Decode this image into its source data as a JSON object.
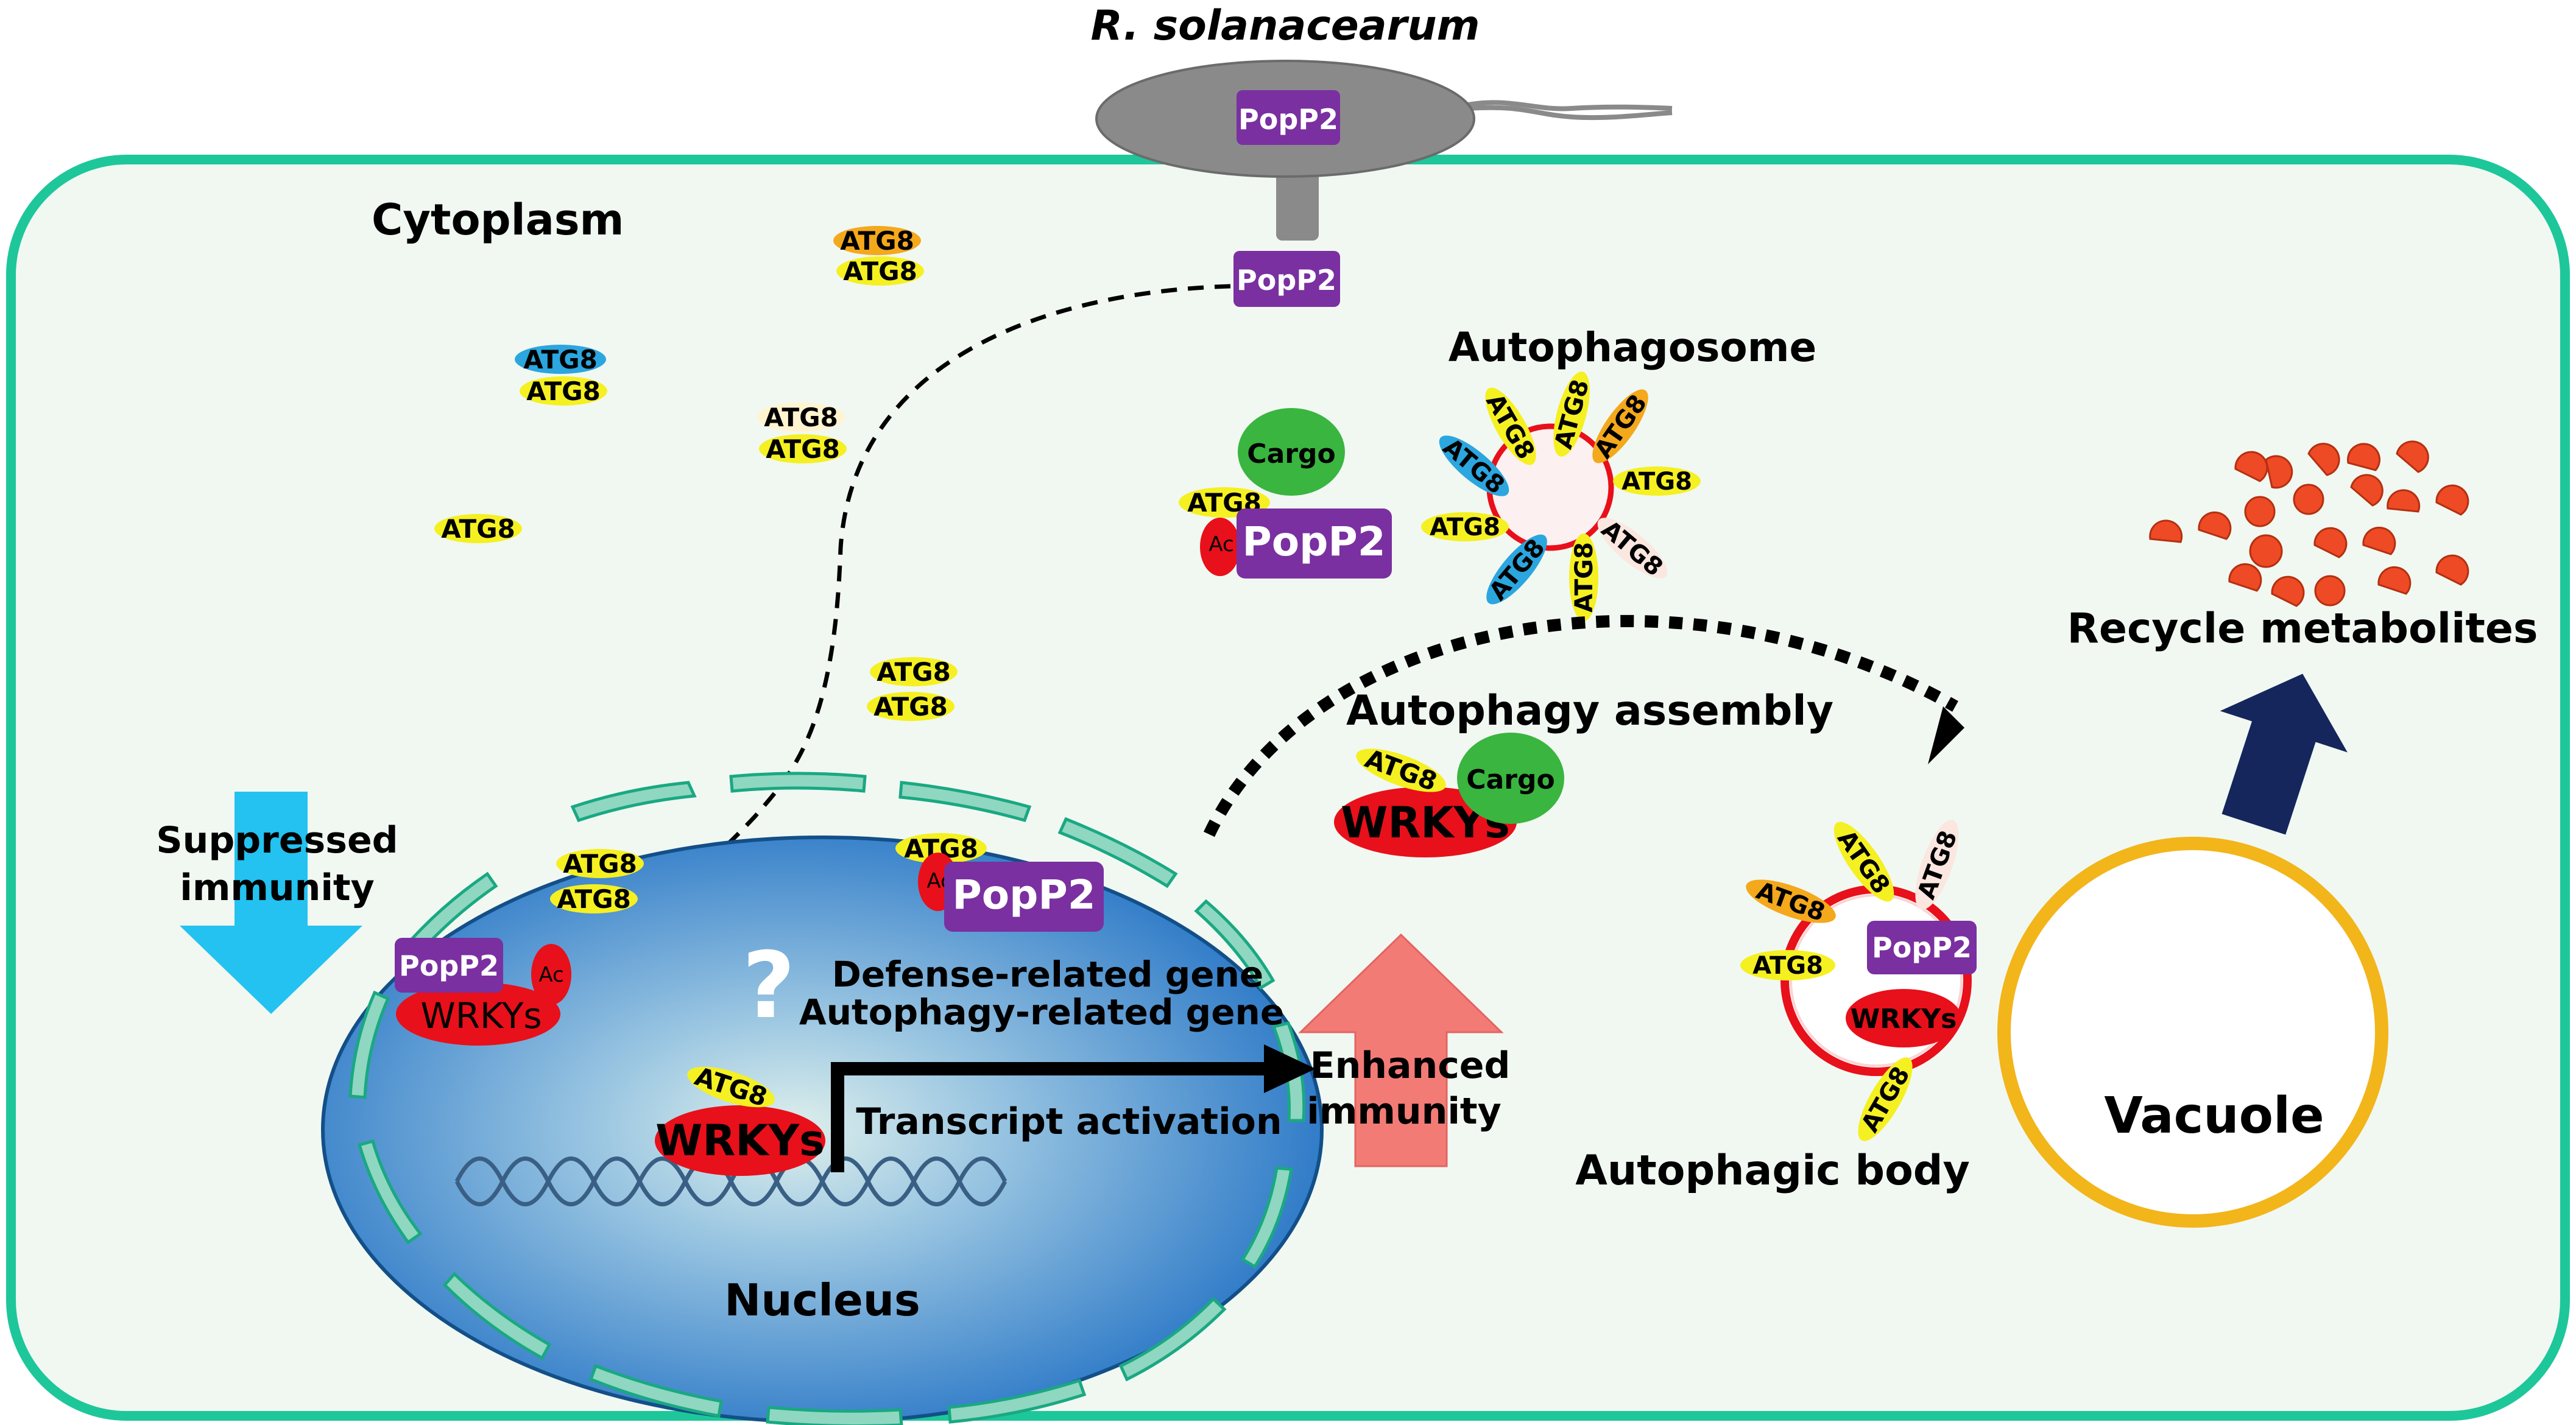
{
  "bacterium": {
    "name": "R. solanacearum",
    "effector": "PopP2",
    "effector_secreted": "PopP2"
  },
  "cell": {
    "compartment": "Cytoplasm"
  },
  "atg8": "ATG8",
  "complex_cytoplasm": {
    "atg8": "ATG8",
    "acetyl": "Ac",
    "effector": "PopP2",
    "cargo": "Cargo"
  },
  "autophagosome": {
    "title": "Autophagosome"
  },
  "assembly": {
    "title": "Autophagy assembly",
    "atg8": "ATG8",
    "cargo": "Cargo",
    "wrky": "WRKYs"
  },
  "metabolites": {
    "label": "Recycle metabolites"
  },
  "nucleus": {
    "title": "Nucleus",
    "question": "?",
    "gene_line1": "Defense-related gene",
    "gene_line2": "Autophagy-related gene",
    "transcript": "Transcript activation",
    "popp2_wrky": {
      "effector": "PopP2",
      "acetyl": "Ac",
      "wrky": "WRKYs"
    },
    "popp2_ac": {
      "atg8": "ATG8",
      "acetyl": "Ac",
      "effector": "PopP2"
    },
    "wrky_dna": {
      "atg8": "ATG8",
      "wrky": "WRKYs"
    }
  },
  "suppressed": {
    "line1": "Suppressed",
    "line2": "immunity"
  },
  "enhanced": {
    "line1": "Enhanced",
    "line2": "immunity"
  },
  "autophagic_body": {
    "title": "Autophagic body",
    "effector": "PopP2",
    "wrky": "WRKYs"
  },
  "vacuole": {
    "title": "Vacuole"
  },
  "colors": {
    "cell_border": "#1dc79a",
    "cell_fill": "#f1f8f2",
    "popp2": "#7a30a0",
    "atg8_yellow": "#f5f021",
    "atg8_orange": "#f4a81c",
    "atg8_blue": "#2ba6df",
    "wrky_red": "#e8101a",
    "cargo_green": "#39b540",
    "vacuole_ring": "#f2b51a",
    "suppressed_arrow": "#23c2f0",
    "enhanced_arrow": "#f37b76",
    "recycle_arrow": "#14265c",
    "metabolite_red": "#ee4a25"
  }
}
